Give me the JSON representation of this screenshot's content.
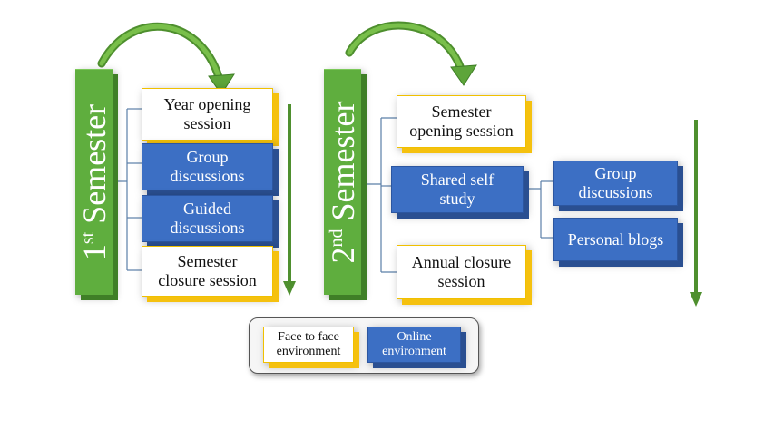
{
  "semesters": [
    {
      "ordinal": "1",
      "suffix": "st",
      "word": "Semester"
    },
    {
      "ordinal": "2",
      "suffix": "nd",
      "word": "Semester"
    }
  ],
  "sem1": {
    "boxes": [
      {
        "lines": [
          "Year opening",
          "session"
        ],
        "env": "face-to-face"
      },
      {
        "lines": [
          "Group",
          "discussions"
        ],
        "env": "online"
      },
      {
        "lines": [
          "Guided",
          "discussions"
        ],
        "env": "online"
      },
      {
        "lines": [
          "Semester",
          "closure session"
        ],
        "env": "face-to-face"
      }
    ]
  },
  "sem2": {
    "boxes": [
      {
        "lines": [
          "Semester",
          "opening session"
        ],
        "env": "face-to-face"
      },
      {
        "lines": [
          "Shared self",
          "study"
        ],
        "env": "online"
      },
      {
        "lines": [
          "Annual closure",
          "session"
        ],
        "env": "face-to-face"
      }
    ],
    "sub_boxes": [
      {
        "lines": [
          "Group",
          "discussions"
        ],
        "env": "online"
      },
      {
        "lines": [
          "Personal blogs"
        ],
        "env": "online"
      }
    ]
  },
  "legend": {
    "face_to_face": [
      "Face to face",
      "environment"
    ],
    "online": [
      "Online",
      "environment"
    ]
  },
  "colors": {
    "semester_green": "#5fae3e",
    "face_to_face_accent": "#f5c10f",
    "online_blue": "#3c6fc4",
    "arrow_green": "#6db33f",
    "connector": "#5b7fa8"
  }
}
